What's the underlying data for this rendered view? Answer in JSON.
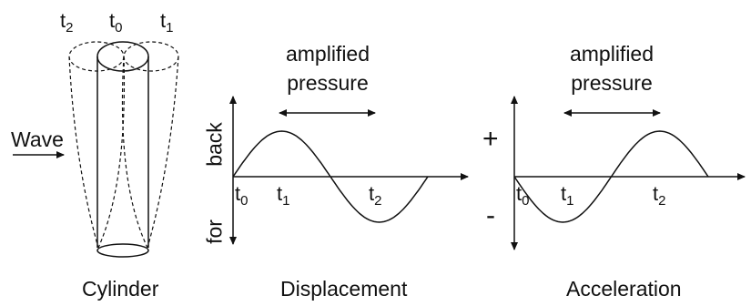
{
  "colors": {
    "ink": "#111111",
    "background": "#ffffff"
  },
  "cylinder": {
    "time_labels": [
      {
        "base": "t",
        "sub": "2"
      },
      {
        "base": "t",
        "sub": "0"
      },
      {
        "base": "t",
        "sub": "1"
      }
    ],
    "wave_label": "Wave",
    "caption": "Cylinder"
  },
  "displacement": {
    "annotation_line1": "amplified",
    "annotation_line2": "pressure",
    "y_upper_label": "back",
    "y_lower_label": "for",
    "time_labels": [
      {
        "base": "t",
        "sub": "0"
      },
      {
        "base": "t",
        "sub": "1"
      },
      {
        "base": "t",
        "sub": "2"
      }
    ],
    "caption": "Displacement"
  },
  "acceleration": {
    "annotation_line1": "amplified",
    "annotation_line2": "pressure",
    "y_upper_label": "+",
    "y_lower_label": "-",
    "time_labels": [
      {
        "base": "t",
        "sub": "0"
      },
      {
        "base": "t",
        "sub": "1"
      },
      {
        "base": "t",
        "sub": "2"
      }
    ],
    "caption": "Acceleration"
  }
}
